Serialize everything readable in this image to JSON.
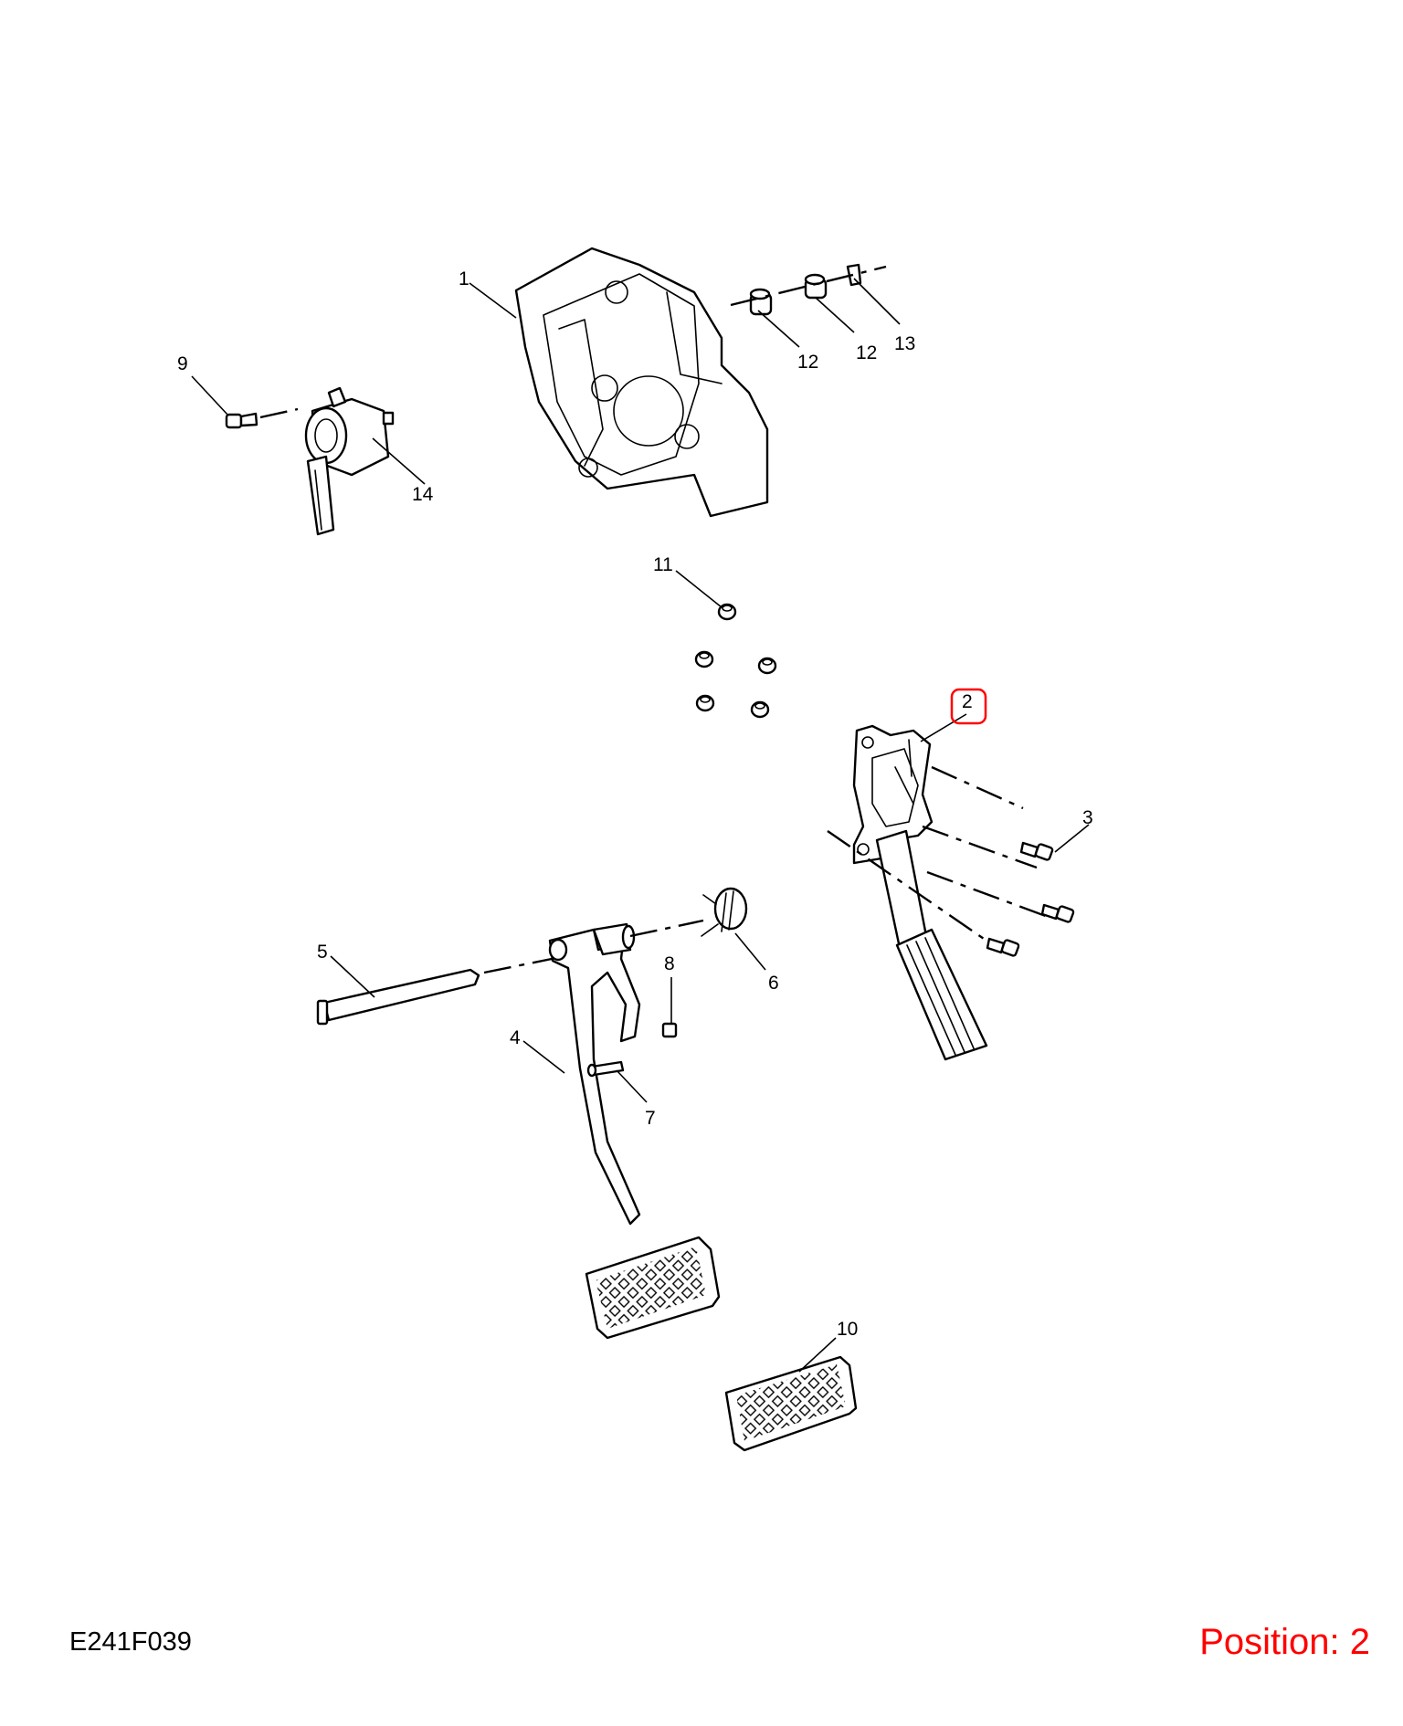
{
  "drawing": {
    "code": "E241F039",
    "position_label": "Position: 2",
    "highlighted_callout": "2",
    "highlight_color": "#ff0000"
  },
  "callouts": [
    "1",
    "2",
    "3",
    "4",
    "5",
    "6",
    "7",
    "8",
    "9",
    "10",
    "11",
    "12",
    "12",
    "13",
    "14"
  ]
}
